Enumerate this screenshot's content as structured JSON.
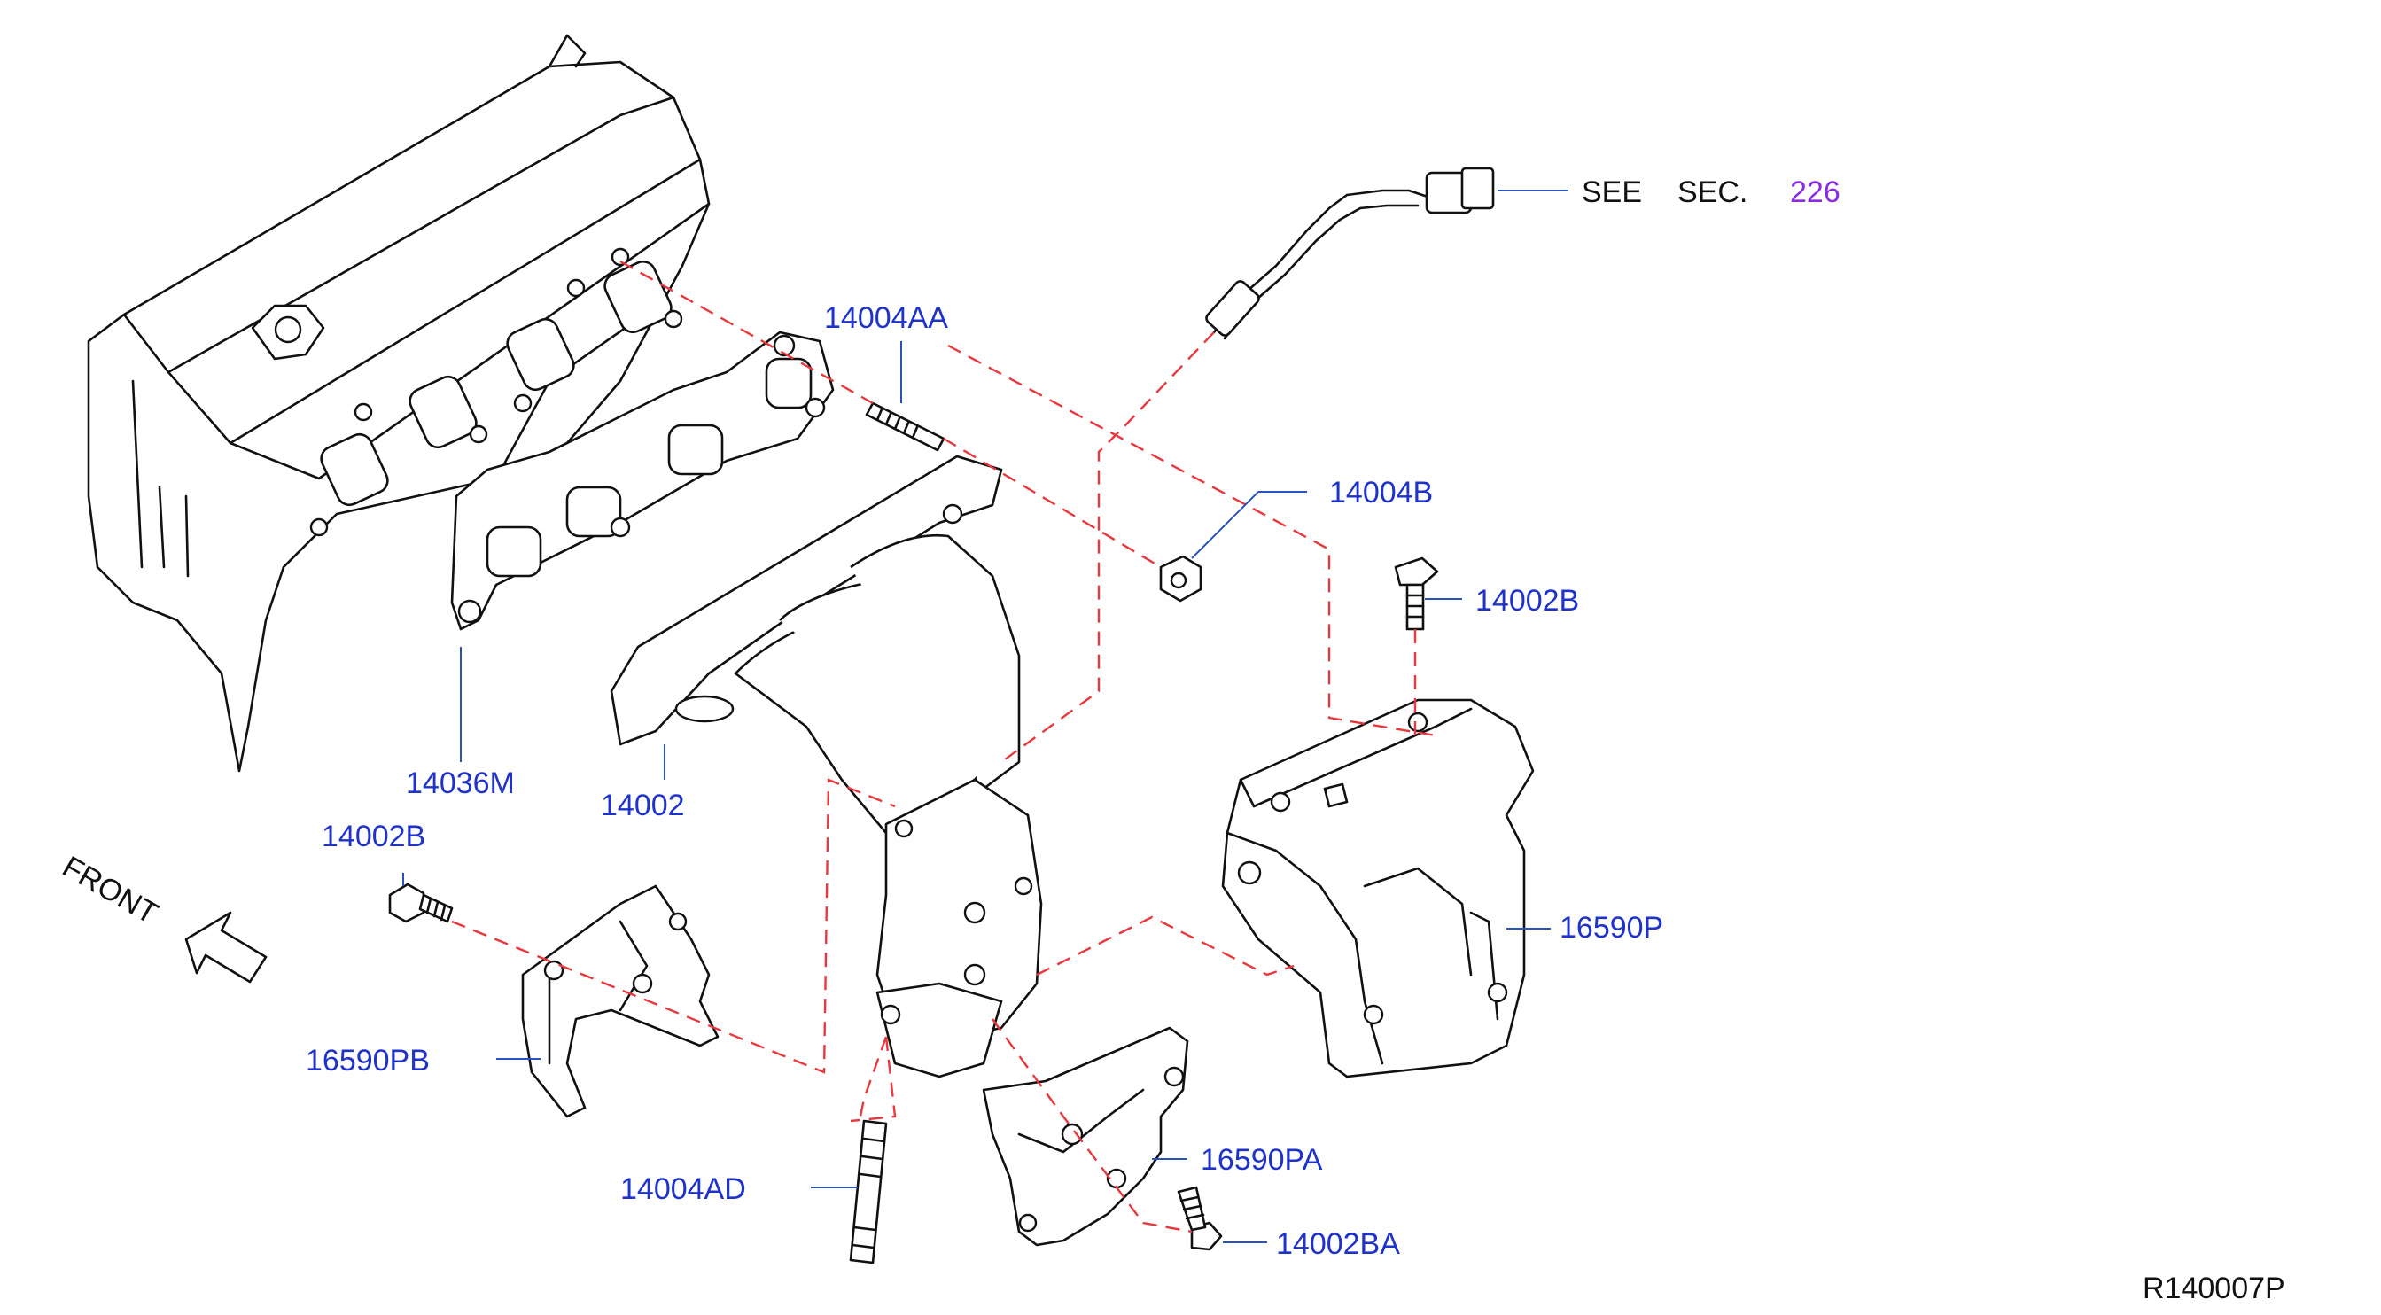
{
  "diagram": {
    "front_label": "FRONT",
    "reference_code": "R140007P",
    "see_text_1": "SEE",
    "see_text_2": "SEC.",
    "see_section": "226",
    "callouts": {
      "c14004AA": "14004AA",
      "c14004B": "14004B",
      "c14002B_top": "14002B",
      "c14036M": "14036M",
      "c14002": "14002",
      "c14002B_left": "14002B",
      "c16590P": "16590P",
      "c16590PB": "16590PB",
      "c14004AD": "14004AD",
      "c16590PA": "16590PA",
      "c14002BA": "14002BA"
    },
    "colors": {
      "callout": "#1f32c9",
      "dashed_line": "#e8383d",
      "section_link": "#8a2be2"
    }
  }
}
